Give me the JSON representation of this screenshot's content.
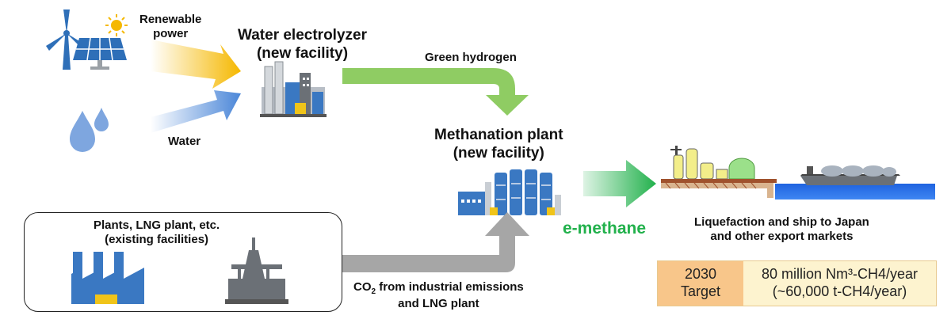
{
  "inputs": {
    "renewable_line1": "Renewable",
    "renewable_line2": "power",
    "water": "Water"
  },
  "electrolyzer": {
    "line1": "Water electrolyzer",
    "line2": "(new facility)"
  },
  "green_hydrogen": "Green hydrogen",
  "methanation": {
    "line1": "Methanation plant",
    "line2": "(new facility)"
  },
  "product": "e-methane",
  "existing": {
    "line1": "Plants, LNG plant, etc.",
    "line2": "(existing facilities)"
  },
  "co2": {
    "prefix": "CO",
    "subscript": "2",
    "line1_rest": " from industrial emissions",
    "line2": "and LNG plant"
  },
  "export": {
    "line1": "Liquefaction and ship to Japan",
    "line2": "and other export markets"
  },
  "target": {
    "year": "2030",
    "label": "Target",
    "value_line1": "80 million Nm³-CH4/year",
    "value_line2": "(~60,000 t-CH4/year)"
  },
  "colors": {
    "solar_arrow": "#f5b800",
    "water_arrow": "#4a86d8",
    "hydrogen_arrow": "#8fcc63",
    "co2_arrow": "#a6a6a6",
    "methane_arrow": "#22b14c",
    "facility_blue": "#3a78c2",
    "facility_yellow": "#f0c419",
    "target_year_bg": "#f8c68a",
    "target_value_bg": "#fdf3cf"
  },
  "icons": [
    "wind-turbine-icon",
    "solar-panel-icon",
    "sun-icon",
    "water-drops-icon",
    "electrolyzer-plant-icon",
    "methanation-plant-icon",
    "factory-icon",
    "lng-plant-icon",
    "port-facility-icon",
    "lng-ship-icon"
  ]
}
